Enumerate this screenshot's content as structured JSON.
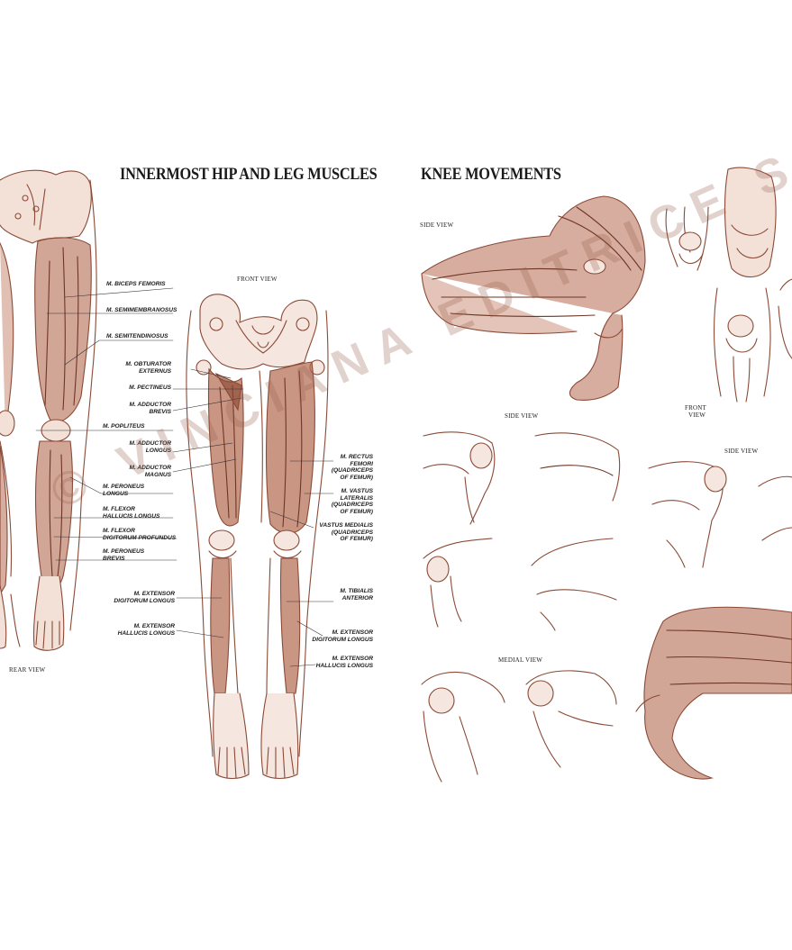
{
  "colors": {
    "ink": "#8a4a36",
    "shade": "#b0735c",
    "light": "#e9cfc3",
    "text": "#1c1c1c"
  },
  "left_page": {
    "title": "INNERMOST HIP AND LEG MUSCLES",
    "rear_view": "REAR VIEW",
    "front_view": "FRONT VIEW",
    "rear_labels": [
      {
        "l1": "M. BICEPS FEMORIS",
        "l2": ""
      },
      {
        "l1": "M. SEMIMEMBRANOSUS",
        "l2": ""
      },
      {
        "l1": "M. SEMITENDINOSUS",
        "l2": ""
      },
      {
        "l1": "M. POPLITEUS",
        "l2": ""
      },
      {
        "l1": "M. PERONEUS",
        "l2": "LONGUS"
      },
      {
        "l1": "M. FLEXOR",
        "l2": "HALLUCIS LONGUS"
      },
      {
        "l1": "M. FLEXOR",
        "l2": "DIGITORUM PROFUNDUS"
      },
      {
        "l1": "M. PERONEUS",
        "l2": "BREVIS"
      }
    ],
    "front_left_labels": [
      {
        "l1": "M. OBTURATOR",
        "l2": "EXTERNUS"
      },
      {
        "l1": "M. PECTINEUS",
        "l2": ""
      },
      {
        "l1": "M. ADDUCTOR",
        "l2": "BREVIS"
      },
      {
        "l1": "M. ADDUCTOR",
        "l2": "LONGUS"
      },
      {
        "l1": "M. ADDUCTOR",
        "l2": "MAGNUS"
      },
      {
        "l1": "M. EXTENSOR",
        "l2": "DIGITORUM LONGUS"
      },
      {
        "l1": "M. EXTENSOR",
        "l2": "HALLUCIS LONGUS"
      }
    ],
    "front_right_labels": [
      {
        "l1": "M. RECTUS",
        "l2": "FEMORI",
        "l3": "(QUADRICEPS",
        "l4": "OF FEMUR)"
      },
      {
        "l1": "M. VASTUS",
        "l2": "LATERALIS",
        "l3": "(QUADRICEPS",
        "l4": "OF FEMUR)"
      },
      {
        "l1": "VASTUS MEDIALIS",
        "l2": "(QUADRICEPS",
        "l3": "OF FEMUR)",
        "l4": ""
      },
      {
        "l1": "M. TIBIALIS",
        "l2": "ANTERIOR",
        "l3": "",
        "l4": ""
      },
      {
        "l1": "M. EXTENSOR",
        "l2": "DIGITORUM LONGUS",
        "l3": "",
        "l4": ""
      },
      {
        "l1": "M. EXTENSOR",
        "l2": "HALLUCIS LONGUS",
        "l3": "",
        "l4": ""
      }
    ]
  },
  "right_page": {
    "title": "KNEE MOVEMENTS",
    "side_view_1": "SIDE VIEW",
    "side_view_2": "SIDE VIEW",
    "side_view_3": "SIDE VIEW",
    "front_view_l1": "FRONT",
    "front_view_l2": "VIEW",
    "medial_view": "MEDIAL VIEW"
  },
  "watermark": "© VINCIANA EDITRICE S.A.S."
}
